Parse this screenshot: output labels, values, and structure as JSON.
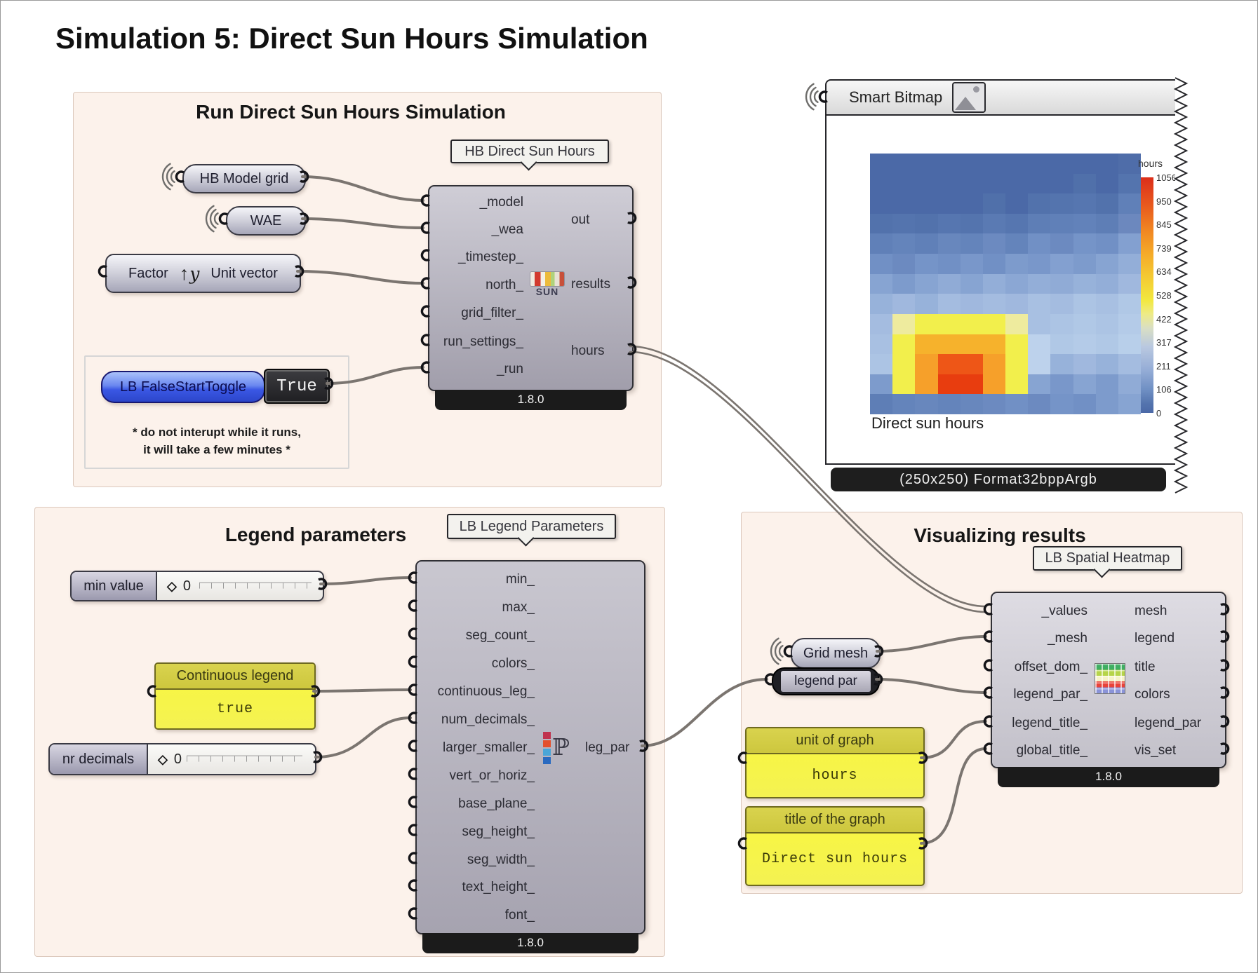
{
  "page": {
    "title": "Simulation 5: Direct Sun Hours Simulation"
  },
  "groups": {
    "run": {
      "title": "Run Direct Sun Hours Simulation",
      "note_line1": "* do not interupt while it runs,",
      "note_line2": "it will take a few minutes *"
    },
    "legend": {
      "title": "Legend parameters"
    },
    "viz": {
      "title": "Visualizing results"
    }
  },
  "params": {
    "hb_model_grid": {
      "label": "HB Model grid"
    },
    "wae": {
      "label": "WAE"
    },
    "factor": {
      "label": "Factor",
      "value": "Unit vector"
    },
    "toggle": {
      "label": "LB FalseStartToggle",
      "value": "True"
    },
    "min_slider": {
      "label": "min value",
      "value": "0"
    },
    "continuous_panel": {
      "title": "Continuous legend",
      "value": "true"
    },
    "nr_decimals_slider": {
      "label": "nr decimals",
      "value": "0"
    },
    "grid_mesh": {
      "label": "Grid mesh"
    },
    "legend_par_relay": {
      "label": "legend par"
    },
    "unit_panel": {
      "title": "unit of graph",
      "value": "hours"
    },
    "title_panel": {
      "title": "title of the graph",
      "value": "Direct sun hours"
    }
  },
  "components": {
    "sun": {
      "tag": "HB Direct Sun Hours",
      "icon_text": "SUN",
      "version": "1.8.0",
      "inputs": [
        "_model",
        "_wea",
        "_timestep_",
        "north_",
        "grid_filter_",
        "run_settings_",
        "_run"
      ],
      "outputs": [
        "out",
        "results",
        "hours"
      ]
    },
    "legend_params": {
      "tag": "LB Legend Parameters",
      "version": "1.8.0",
      "inputs": [
        "min_",
        "max_",
        "seg_count_",
        "colors_",
        "continuous_leg_",
        "num_decimals_",
        "larger_smaller_",
        "vert_or_horiz_",
        "base_plane_",
        "seg_height_",
        "seg_width_",
        "text_height_",
        "font_"
      ],
      "outputs": [
        "leg_par"
      ]
    },
    "spatial_heatmap": {
      "tag": "LB Spatial Heatmap",
      "version": "1.8.0",
      "inputs": [
        "_values",
        "_mesh",
        "offset_dom_",
        "legend_par_",
        "legend_title_",
        "global_title_"
      ],
      "outputs": [
        "mesh",
        "legend",
        "title",
        "colors",
        "legend_par",
        "vis_set"
      ]
    }
  },
  "bitmap": {
    "header": "Smart Bitmap",
    "caption": "Direct sun hours",
    "footer": "(250x250) Format32bppArgb",
    "legend_title": "hours",
    "legend_ticks": [
      "1056",
      "950",
      "845",
      "739",
      "634",
      "528",
      "422",
      "317",
      "211",
      "106",
      "0"
    ],
    "grid": [
      [
        "#4b69a7",
        "#4b69a7",
        "#4b69a7",
        "#4b69a7",
        "#4b69a7",
        "#4b69a7",
        "#4b69a7",
        "#4b69a7",
        "#4b69a7",
        "#4b69a7",
        "#4b69a7",
        "#4f6da9"
      ],
      [
        "#4b69a7",
        "#4b69a7",
        "#4b69a7",
        "#4b69a7",
        "#4b69a7",
        "#4b69a7",
        "#4b69a7",
        "#4b69a7",
        "#4b69a7",
        "#5070aa",
        "#4b69a7",
        "#5474ae"
      ],
      [
        "#4b69a7",
        "#4b69a7",
        "#4b69a7",
        "#4b69a7",
        "#4b69a7",
        "#5070aa",
        "#4b69a7",
        "#5272ac",
        "#5474ae",
        "#5676b0",
        "#5272ac",
        "#6080b8"
      ],
      [
        "#5272ac",
        "#5474ae",
        "#5272ac",
        "#5676b0",
        "#5474ae",
        "#5a7ab3",
        "#5676b0",
        "#5e7eb6",
        "#6080b8",
        "#6282ba",
        "#5e7eb6",
        "#6c88be"
      ],
      [
        "#6080b8",
        "#6484bb",
        "#6080b8",
        "#6887bd",
        "#6484bb",
        "#6c8ac0",
        "#6484bb",
        "#7190c5",
        "#6c8ac0",
        "#7594c8",
        "#7190c5",
        "#83a0d0"
      ],
      [
        "#7190c5",
        "#6c8ac0",
        "#7594c8",
        "#7190c5",
        "#7997ca",
        "#7190c5",
        "#7d9bcc",
        "#7997ca",
        "#83a0d0",
        "#7d9bcc",
        "#87a4d2",
        "#93aed8"
      ],
      [
        "#87a4d2",
        "#7d9bcc",
        "#87a4d2",
        "#90abd6",
        "#87a4d2",
        "#93aed8",
        "#8ba7d4",
        "#93aed8",
        "#90abd6",
        "#97b2da",
        "#93aed8",
        "#a0b8de"
      ],
      [
        "#97b2da",
        "#a0b8de",
        "#97b2da",
        "#a4bce0",
        "#a0b8de",
        "#a4bce0",
        "#a0b8de",
        "#a8c0e2",
        "#a4bce0",
        "#acc4e4",
        "#a8c0e2",
        "#b0c8e6"
      ],
      [
        "#a4bce0",
        "#eeeb9e",
        "#f2ef4c",
        "#f2ef4c",
        "#f2ef4c",
        "#f2ef4c",
        "#eeeb9e",
        "#a8c0e2",
        "#acc4e4",
        "#b0c8e6",
        "#acc4e4",
        "#b4cbe8"
      ],
      [
        "#a8c0e2",
        "#f2ef4c",
        "#f6b22c",
        "#f6b22c",
        "#f6b22c",
        "#f6b22c",
        "#f2ef4c",
        "#bdd2ec",
        "#b0c8e6",
        "#b4cbe8",
        "#b0c8e6",
        "#b8cfea"
      ],
      [
        "#acc4e4",
        "#f2ef4c",
        "#f6a02a",
        "#ee5617",
        "#ee5617",
        "#f6a02a",
        "#f2ef4c",
        "#bdd2ec",
        "#97b2da",
        "#a0b8de",
        "#97b2da",
        "#a4bce0"
      ],
      [
        "#7d9bcc",
        "#f2ef4c",
        "#f6a02a",
        "#e83d0f",
        "#e83d0f",
        "#f6a02a",
        "#f2ef4c",
        "#87a4d2",
        "#7997ca",
        "#87a4d2",
        "#7d9bcc",
        "#90abd6"
      ],
      [
        "#5e7eb6",
        "#6484bb",
        "#6887bd",
        "#6484bb",
        "#6887bd",
        "#6c8ac0",
        "#7190c5",
        "#6c8ac0",
        "#7594c8",
        "#7190c5",
        "#7d9bcc",
        "#87a4d2"
      ]
    ]
  },
  "colors": {
    "group-bg": "#fcf2eb",
    "group-border": "#dcc8bc",
    "wire": "#7b7570",
    "comp-border": "#303036",
    "footer-bg": "#1b1b1b",
    "panel-yellow-title": "#d9d34e",
    "panel-border": "#6e6a20",
    "tag-bg": "#f3f2ee"
  }
}
